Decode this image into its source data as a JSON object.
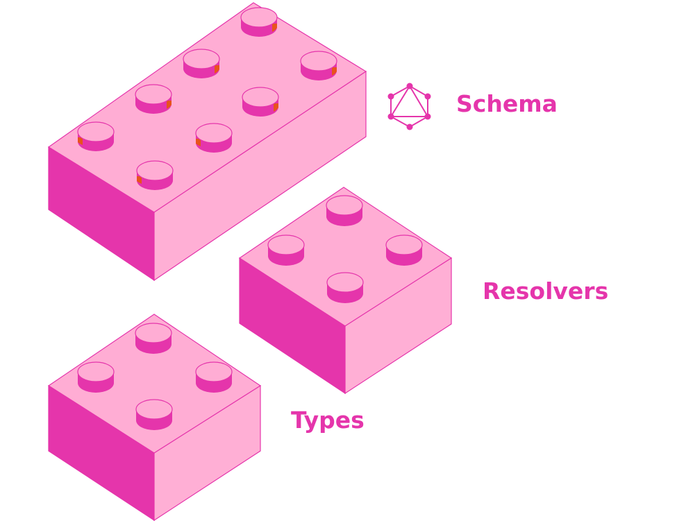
{
  "labels": {
    "schema": "Schema",
    "resolvers": "Resolvers",
    "types": "Types"
  },
  "icons": {
    "schema": "graphql-logo-icon"
  },
  "colors": {
    "brick_top": "#FFADD4",
    "brick_left": "#E535AB",
    "brick_right": "#FFAFD5",
    "stroke": "#E535AB",
    "stud_side_accent": "#E8531C",
    "label": "#E535AB",
    "background": "#FFFFFF"
  }
}
